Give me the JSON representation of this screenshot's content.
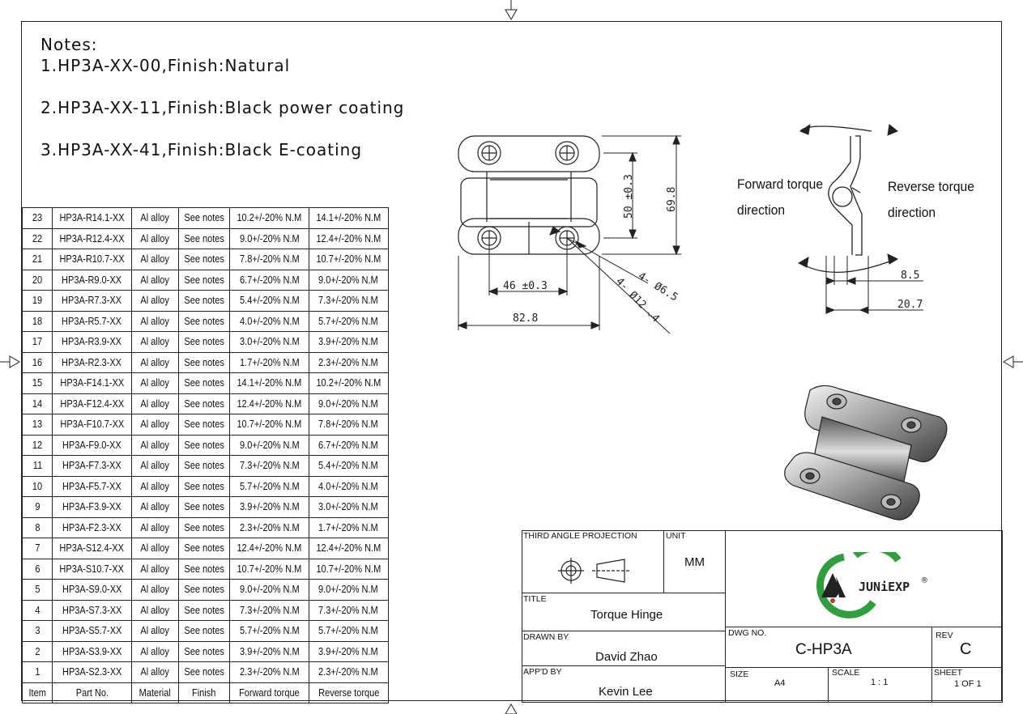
{
  "notes": {
    "heading": "Notes:",
    "lines": [
      "1.HP3A-XX-00,Finish:Natural",
      "2.HP3A-XX-11,Finish:Black power coating",
      "3.HP3A-XX-41,Finish:Black E-coating"
    ]
  },
  "parts_table": {
    "headers": [
      "Item",
      "Part No.",
      "Material",
      "Finish",
      "Forward torque",
      "Reverse torque"
    ],
    "rows": [
      [
        "23",
        "HP3A-R14.1-XX",
        "Al alloy",
        "See notes",
        "10.2+/-20% N.M",
        "14.1+/-20% N.M"
      ],
      [
        "22",
        "HP3A-R12.4-XX",
        "Al alloy",
        "See notes",
        "9.0+/-20% N.M",
        "12.4+/-20% N.M"
      ],
      [
        "21",
        "HP3A-R10.7-XX",
        "Al alloy",
        "See notes",
        "7.8+/-20% N.M",
        "10.7+/-20% N.M"
      ],
      [
        "20",
        "HP3A-R9.0-XX",
        "Al alloy",
        "See notes",
        "6.7+/-20% N.M",
        "9.0+/-20% N.M"
      ],
      [
        "19",
        "HP3A-R7.3-XX",
        "Al alloy",
        "See notes",
        "5.4+/-20% N.M",
        "7.3+/-20% N.M"
      ],
      [
        "18",
        "HP3A-R5.7-XX",
        "Al alloy",
        "See notes",
        "4.0+/-20% N.M",
        "5.7+/-20% N.M"
      ],
      [
        "17",
        "HP3A-R3.9-XX",
        "Al alloy",
        "See notes",
        "3.0+/-20% N.M",
        "3.9+/-20% N.M"
      ],
      [
        "16",
        "HP3A-R2.3-XX",
        "Al alloy",
        "See notes",
        "1.7+/-20% N.M",
        "2.3+/-20% N.M"
      ],
      [
        "15",
        "HP3A-F14.1-XX",
        "Al alloy",
        "See notes",
        "14.1+/-20% N.M",
        "10.2+/-20% N.M"
      ],
      [
        "14",
        "HP3A-F12.4-XX",
        "Al alloy",
        "See notes",
        "12.4+/-20% N.M",
        "9.0+/-20% N.M"
      ],
      [
        "13",
        "HP3A-F10.7-XX",
        "Al alloy",
        "See notes",
        "10.7+/-20% N.M",
        "7.8+/-20% N.M"
      ],
      [
        "12",
        "HP3A-F9.0-XX",
        "Al alloy",
        "See notes",
        "9.0+/-20% N.M",
        "6.7+/-20% N.M"
      ],
      [
        "11",
        "HP3A-F7.3-XX",
        "Al alloy",
        "See notes",
        "7.3+/-20% N.M",
        "5.4+/-20% N.M"
      ],
      [
        "10",
        "HP3A-F5.7-XX",
        "Al alloy",
        "See notes",
        "5.7+/-20% N.M",
        "4.0+/-20% N.M"
      ],
      [
        "9",
        "HP3A-F3.9-XX",
        "Al alloy",
        "See notes",
        "3.9+/-20% N.M",
        "3.0+/-20% N.M"
      ],
      [
        "8",
        "HP3A-F2.3-XX",
        "Al alloy",
        "See notes",
        "2.3+/-20% N.M",
        "1.7+/-20% N.M"
      ],
      [
        "7",
        "HP3A-S12.4-XX",
        "Al alloy",
        "See notes",
        "12.4+/-20% N.M",
        "12.4+/-20% N.M"
      ],
      [
        "6",
        "HP3A-S10.7-XX",
        "Al alloy",
        "See notes",
        "10.7+/-20% N.M",
        "10.7+/-20% N.M"
      ],
      [
        "5",
        "HP3A-S9.0-XX",
        "Al alloy",
        "See notes",
        "9.0+/-20% N.M",
        "9.0+/-20% N.M"
      ],
      [
        "4",
        "HP3A-S7.3-XX",
        "Al alloy",
        "See notes",
        "7.3+/-20% N.M",
        "7.3+/-20% N.M"
      ],
      [
        "3",
        "HP3A-S5.7-XX",
        "Al alloy",
        "See notes",
        "5.7+/-20% N.M",
        "5.7+/-20% N.M"
      ],
      [
        "2",
        "HP3A-S3.9-XX",
        "Al alloy",
        "See notes",
        "3.9+/-20% N.M",
        "3.9+/-20% N.M"
      ],
      [
        "1",
        "HP3A-S2.3-XX",
        "Al alloy",
        "See notes",
        "2.3+/-20% N.M",
        "2.3+/-20% N.M"
      ]
    ]
  },
  "dimensions": {
    "height_total": "69.8",
    "hole_pitch_vertical": "50 ±0.3",
    "hole_pitch_horizontal": "46 ±0.3",
    "width_total": "82.8",
    "hole_thru": "4- Ø6.5",
    "hole_counterbore": "4- Ø12 ⌵4",
    "side_thickness": "8.5",
    "side_depth": "20.7"
  },
  "side_view": {
    "forward_label_1": "Forward torque",
    "forward_label_2": "direction",
    "reverse_label_1": "Reverse torque",
    "reverse_label_2": "direction"
  },
  "title_block": {
    "projection_label": "THIRD ANGLE PROJECTION",
    "unit_label": "UNIT",
    "unit_value": "MM",
    "title_label": "TITLE",
    "title_value": "Torque Hinge",
    "drawn_label": "DRAWN BY",
    "drawn_value": "David Zhao",
    "approved_label": "APP'D BY",
    "approved_value": "Kevin Lee",
    "dwg_label": "DWG NO.",
    "dwg_value": "C-HP3A",
    "rev_label": "REV",
    "rev_value": "C",
    "size_label": "SIZE",
    "size_value": "A4",
    "scale_label": "SCALE",
    "scale_value": "1 : 1",
    "sheet_label": "SHEET",
    "sheet_value": "1 OF 1",
    "logo_text": "JUNiEXP",
    "logo_mark": "®",
    "logo_green": "#2e9e3e"
  }
}
